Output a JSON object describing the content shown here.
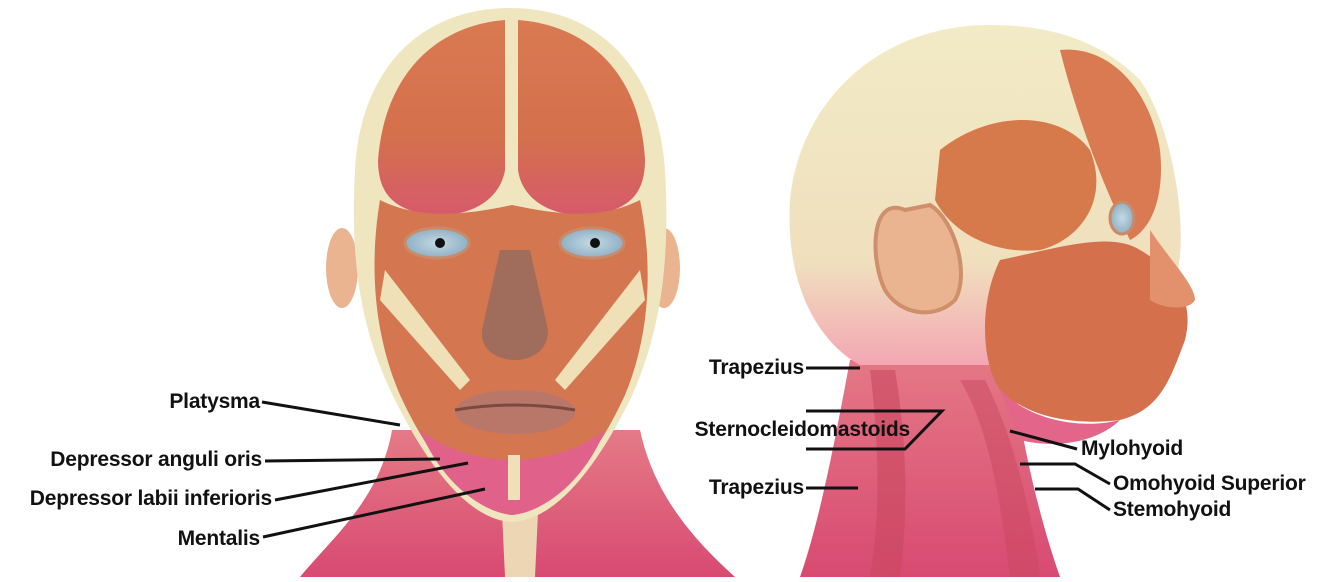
{
  "front_view": {
    "labels": {
      "platysma": "Platysma",
      "depressor_anguli_oris": "Depressor anguli oris",
      "depressor_labii_inferioris": "Depressor labii inferioris",
      "mentalis": "Mentalis"
    }
  },
  "side_view": {
    "labels": {
      "trapezius_upper": "Trapezius",
      "sternocleidomastoids": "Sternocleidomastoids",
      "trapezius_lower": "Trapezius",
      "mylohyoid": "Mylohyoid",
      "omohyoid_superior": "Omohyoid Superior",
      "sternohyoid": "Stemohyoid"
    }
  },
  "colors": {
    "muscle": "#d9764f",
    "muscle_dark": "#b8523a",
    "tendon": "#efe4b8",
    "neck_pink": "#e0607e",
    "eye": "#a9c3d4",
    "leader_line": "#111111"
  }
}
